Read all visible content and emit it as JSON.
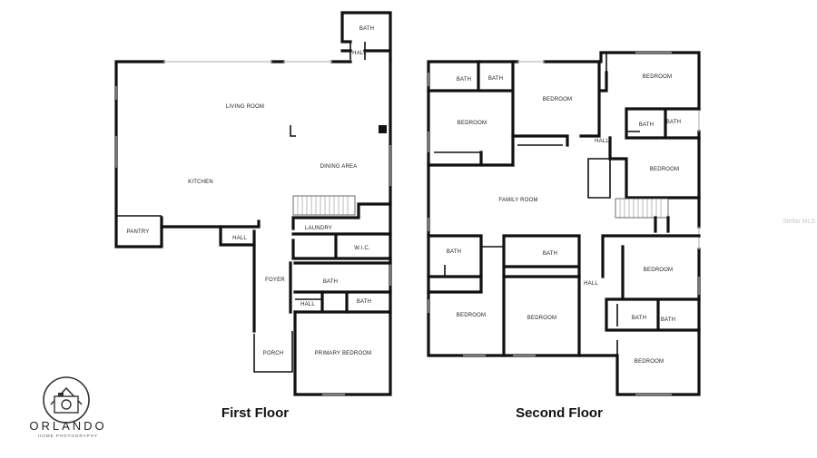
{
  "brand": {
    "name": "ORLANDO",
    "tagline": "HOME PHOTOGRAPHY",
    "watermark": "Stellar MLS"
  },
  "first_floor": {
    "title": "First Floor",
    "rooms": {
      "bath_top": "BATH",
      "hall_top": "HALL",
      "living_room": "LIVING ROOM",
      "kitchen": "KITCHEN",
      "dining_area": "DINING AREA",
      "pantry": "PANTRY",
      "hall_mid": "HALL",
      "laundry": "LAUNDRY",
      "wic": "W.I.C.",
      "foyer": "FOYER",
      "bath_mid": "BATH",
      "hall_low": "HALL",
      "bath_low": "BATH",
      "porch": "PORCH",
      "primary_bedroom": "PRIMARY BEDROOM"
    }
  },
  "second_floor": {
    "title": "Second Floor",
    "rooms": {
      "bath_a": "BATH",
      "bath_b": "BATH",
      "bedroom_tl": "BEDROOM",
      "bedroom_tc": "BEDROOM",
      "bedroom_tr": "BEDROOM",
      "bath_c": "BATH",
      "bath_d": "BATH",
      "hall_top": "HALL",
      "bedroom_r2": "BEDROOM",
      "family_room": "FAMILY ROOM",
      "bath_e": "BATH",
      "bath_f": "BATH",
      "bedroom_r3": "BEDROOM",
      "hall_bottom": "HALL",
      "bath_g": "BATH",
      "bath_h": "BATH",
      "bedroom_bl": "BEDROOM",
      "bedroom_bc": "BEDROOM",
      "bedroom_br": "BEDROOM"
    }
  }
}
